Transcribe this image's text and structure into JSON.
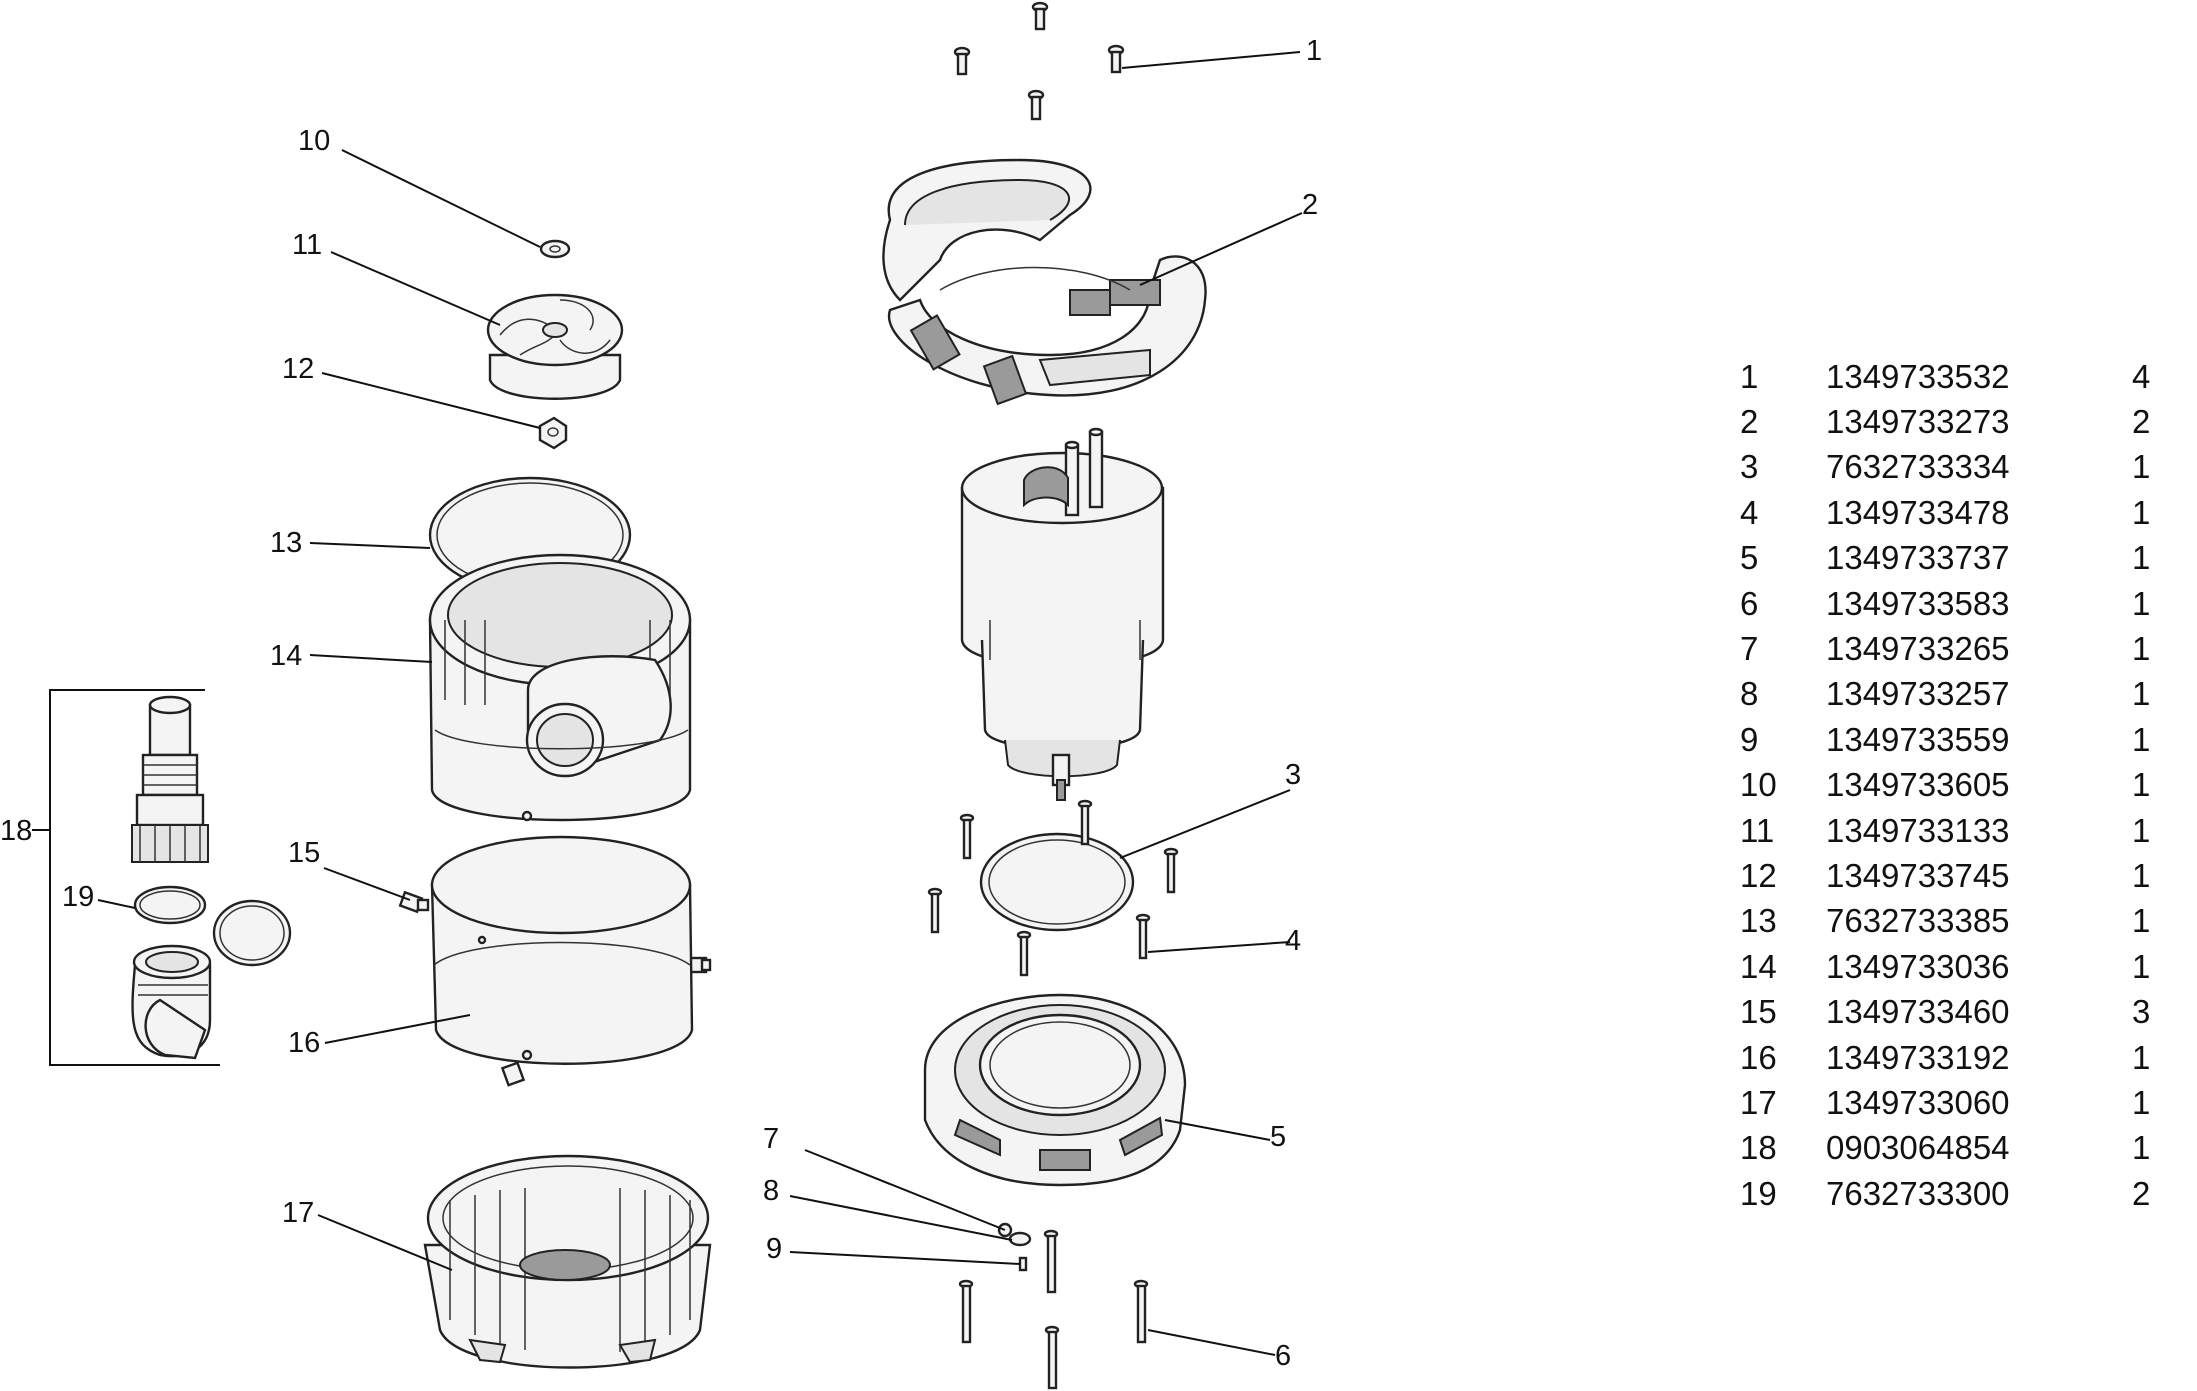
{
  "callouts": {
    "c1": "1",
    "c2": "2",
    "c3": "3",
    "c4": "4",
    "c5": "5",
    "c6": "6",
    "c7": "7",
    "c8": "8",
    "c9": "9",
    "c10": "10",
    "c11": "11",
    "c12": "12",
    "c13": "13",
    "c14": "14",
    "c15": "15",
    "c16": "16",
    "c17": "17",
    "c18": "18",
    "c19": "19"
  },
  "parts_table": [
    {
      "pos": "1",
      "code": "1349733532",
      "qty": "4"
    },
    {
      "pos": "2",
      "code": "1349733273",
      "qty": "2"
    },
    {
      "pos": "3",
      "code": "7632733334",
      "qty": "1"
    },
    {
      "pos": "4",
      "code": "1349733478",
      "qty": "1"
    },
    {
      "pos": "5",
      "code": "1349733737",
      "qty": "1"
    },
    {
      "pos": "6",
      "code": "1349733583",
      "qty": "1"
    },
    {
      "pos": "7",
      "code": "1349733265",
      "qty": "1"
    },
    {
      "pos": "8",
      "code": "1349733257",
      "qty": "1"
    },
    {
      "pos": "9",
      "code": "1349733559",
      "qty": "1"
    },
    {
      "pos": "10",
      "code": "1349733605",
      "qty": "1"
    },
    {
      "pos": "11",
      "code": "1349733133",
      "qty": "1"
    },
    {
      "pos": "12",
      "code": "1349733745",
      "qty": "1"
    },
    {
      "pos": "13",
      "code": "7632733385",
      "qty": "1"
    },
    {
      "pos": "14",
      "code": "1349733036",
      "qty": "1"
    },
    {
      "pos": "15",
      "code": "1349733460",
      "qty": "3"
    },
    {
      "pos": "16",
      "code": "1349733192",
      "qty": "1"
    },
    {
      "pos": "17",
      "code": "1349733060",
      "qty": "1"
    },
    {
      "pos": "18",
      "code": "0903064854",
      "qty": "1"
    },
    {
      "pos": "19",
      "code": "7632733300",
      "qty": "2"
    }
  ]
}
